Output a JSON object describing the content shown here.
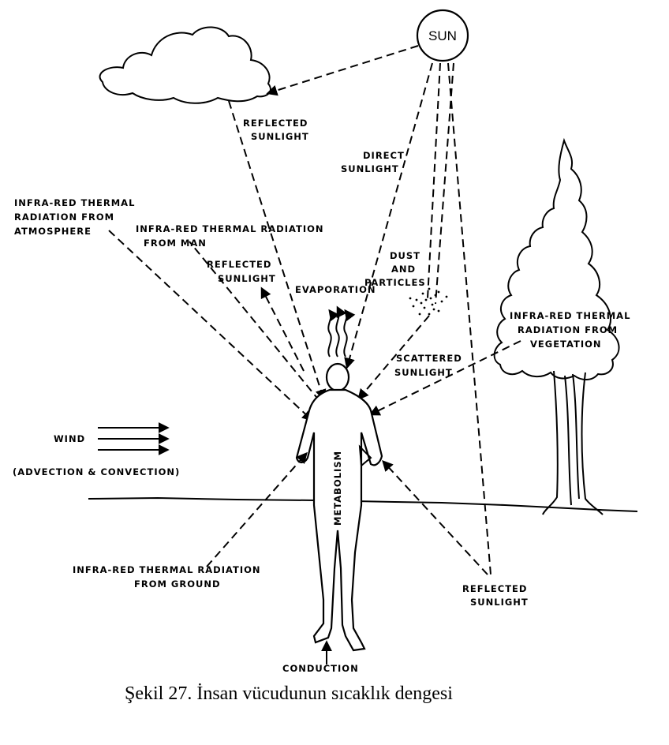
{
  "diagram": {
    "sun_label": "SUN",
    "labels": {
      "reflected_sunlight_cloud": [
        "REFLECTED",
        "SUNLIGHT"
      ],
      "direct_sunlight": [
        "DIRECT",
        "SUNLIGHT"
      ],
      "ir_atmosphere": [
        "INFRA-RED THERMAL",
        "RADIATION FROM",
        "ATMOSPHERE"
      ],
      "ir_man": [
        "INFRA-RED THERMAL RADIATION",
        "FROM MAN"
      ],
      "reflected_sunlight_man": [
        "REFLECTED",
        "SUNLIGHT"
      ],
      "evaporation": "EVAPORATION",
      "dust": [
        "DUST",
        "AND",
        "PARTICLES"
      ],
      "ir_vegetation": [
        "INFRA-RED THERMAL",
        "RADIATION FROM",
        "VEGETATION"
      ],
      "scattered_sunlight": [
        "SCATTERED",
        "SUNLIGHT"
      ],
      "wind": "WIND",
      "advection": "(ADVECTION & CONVECTION)",
      "metabolism": "METABOLISM",
      "ir_ground": [
        "INFRA-RED THERMAL RADIATION",
        "FROM GROUND"
      ],
      "reflected_sunlight_ground": [
        "REFLECTED",
        "SUNLIGHT"
      ],
      "conduction": "CONDUCTION"
    },
    "caption": "Şekil 27. İnsan vücudunun sıcaklık dengesi"
  }
}
